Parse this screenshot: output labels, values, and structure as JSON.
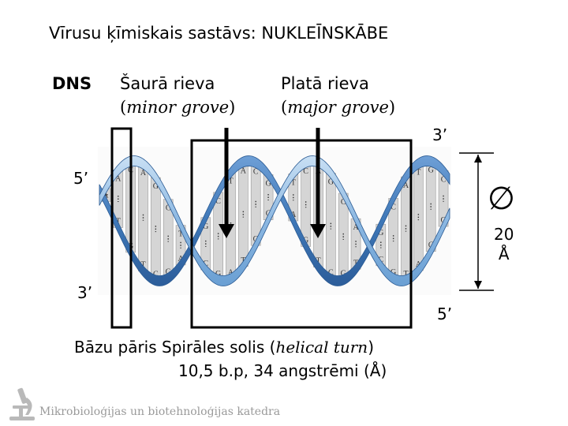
{
  "title": "Vīrusu ķīmiskais sastāvs:  NUKLEĪNSKĀBE",
  "dns_label": "DNS",
  "minor_groove": {
    "name": "Šaurā rieva",
    "open": "(",
    "term": "minor grove",
    "close": ")"
  },
  "major_groove": {
    "name": "Platā rieva",
    "open": "(",
    "term": "major grove",
    "close": ")"
  },
  "strand_ends": {
    "top_right": "3’",
    "left_upper": "5’",
    "left_lower": "3’",
    "bottom_right": "5’"
  },
  "diameter": {
    "symbol": "∅",
    "value": "20",
    "unit": "Å"
  },
  "caption": {
    "line1_prefix": "Bāzu pāris Spirāles solis (",
    "line1_term": "helical turn",
    "line1_suffix": ")",
    "line2": "10,5 b.p, 34 angstrēmi (Å)"
  },
  "footer": "Mikrobioloģijas un biotehnoloģijas katedra",
  "base_pairs": [
    [
      "T",
      "A"
    ],
    [
      "A",
      "T"
    ],
    [
      "C",
      "G"
    ],
    [
      "A",
      "T"
    ],
    [
      "G",
      "C"
    ],
    [
      "C",
      "G"
    ],
    [
      "T",
      "A"
    ],
    [
      "A",
      "T"
    ],
    [
      "G",
      "C"
    ],
    [
      "C",
      "G"
    ],
    [
      "T",
      "A"
    ],
    [
      "A",
      "T"
    ],
    [
      "C",
      "G"
    ],
    [
      "G",
      "C"
    ],
    [
      "A",
      "T"
    ],
    [
      "T",
      "A"
    ],
    [
      "C",
      "G"
    ],
    [
      "A",
      "T"
    ],
    [
      "G",
      "C"
    ],
    [
      "C",
      "G"
    ],
    [
      "A",
      "T"
    ],
    [
      "T",
      "A"
    ],
    [
      "G",
      "C"
    ],
    [
      "C",
      "G"
    ],
    [
      "A",
      "T"
    ],
    [
      "T",
      "A"
    ],
    [
      "G",
      "C"
    ],
    [
      "C",
      "G"
    ]
  ],
  "colors": {
    "strand_light": "#9fc6ea",
    "strand_dark": "#3f78b8",
    "rung": "#d5d5d5",
    "marker": "#000000"
  }
}
